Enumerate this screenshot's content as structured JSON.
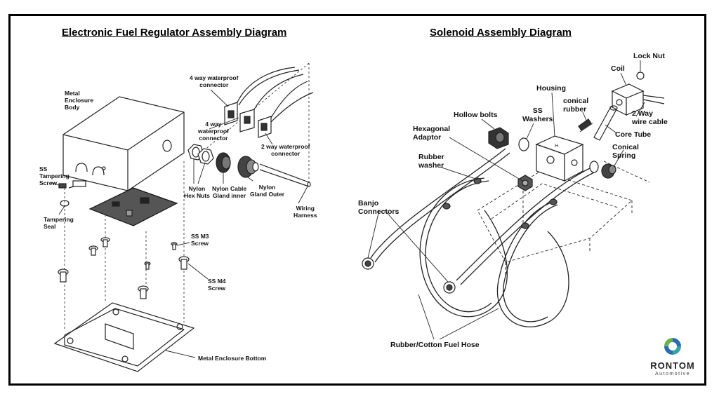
{
  "left_diagram": {
    "title": "Electronic Fuel Regulator Assembly Diagram",
    "labels": {
      "metal_enclosure_body": "Metal\nEnclosure\nBody",
      "four_way_connector_top": "4 way waterproof\nconnector",
      "four_way_connector_mid": "4 way\nwaterproof\nconnector",
      "two_way_connector": "2 way waterproof\nconnector",
      "ss_tampering_screw": "SS\nTampering\nScrew",
      "tampering_seal": "Tampering\nSeal",
      "nylon_hex_nuts": "Nylon\nHex Nuts",
      "nylon_cable_gland_inner": "Nylon Cable\nGland inner",
      "nylon_gland_outer": "Nylon\nGland Outer",
      "wiring_harness": "Wiring\nHarness",
      "ss_m3_screw": "SS M3\nScrew",
      "ss_m4_screw": "SS M4\nScrew",
      "metal_enclosure_bottom": "Metal Enclosure Bottom"
    }
  },
  "right_diagram": {
    "title": "Solenoid Assembly Diagram",
    "labels": {
      "lock_nut": "Lock Nut",
      "coil": "Coil",
      "housing": "Housing",
      "ss_washers": "SS\nWashers",
      "conical_rubber": "conical\nrubber",
      "hollow_bolts": "Hollow bolts",
      "hexagonal_adaptor": "Hexagonal\nAdaptor",
      "two_way_wire_cable": "2 Way\nwire cable",
      "core_tube": "Core Tube",
      "rubber_washer": "Rubber\nwasher",
      "conical_spring": "Conical\nSpring",
      "banjo_connectors": "Banjo\nConnectors",
      "fuel_hose": "Rubber/Cotton Fuel Hose"
    }
  },
  "logo": {
    "name": "RONTOM",
    "subtitle": "Automotive",
    "colors": {
      "green": "#6ab04c",
      "blue": "#2b6cb0",
      "teal": "#38a3a5"
    }
  }
}
